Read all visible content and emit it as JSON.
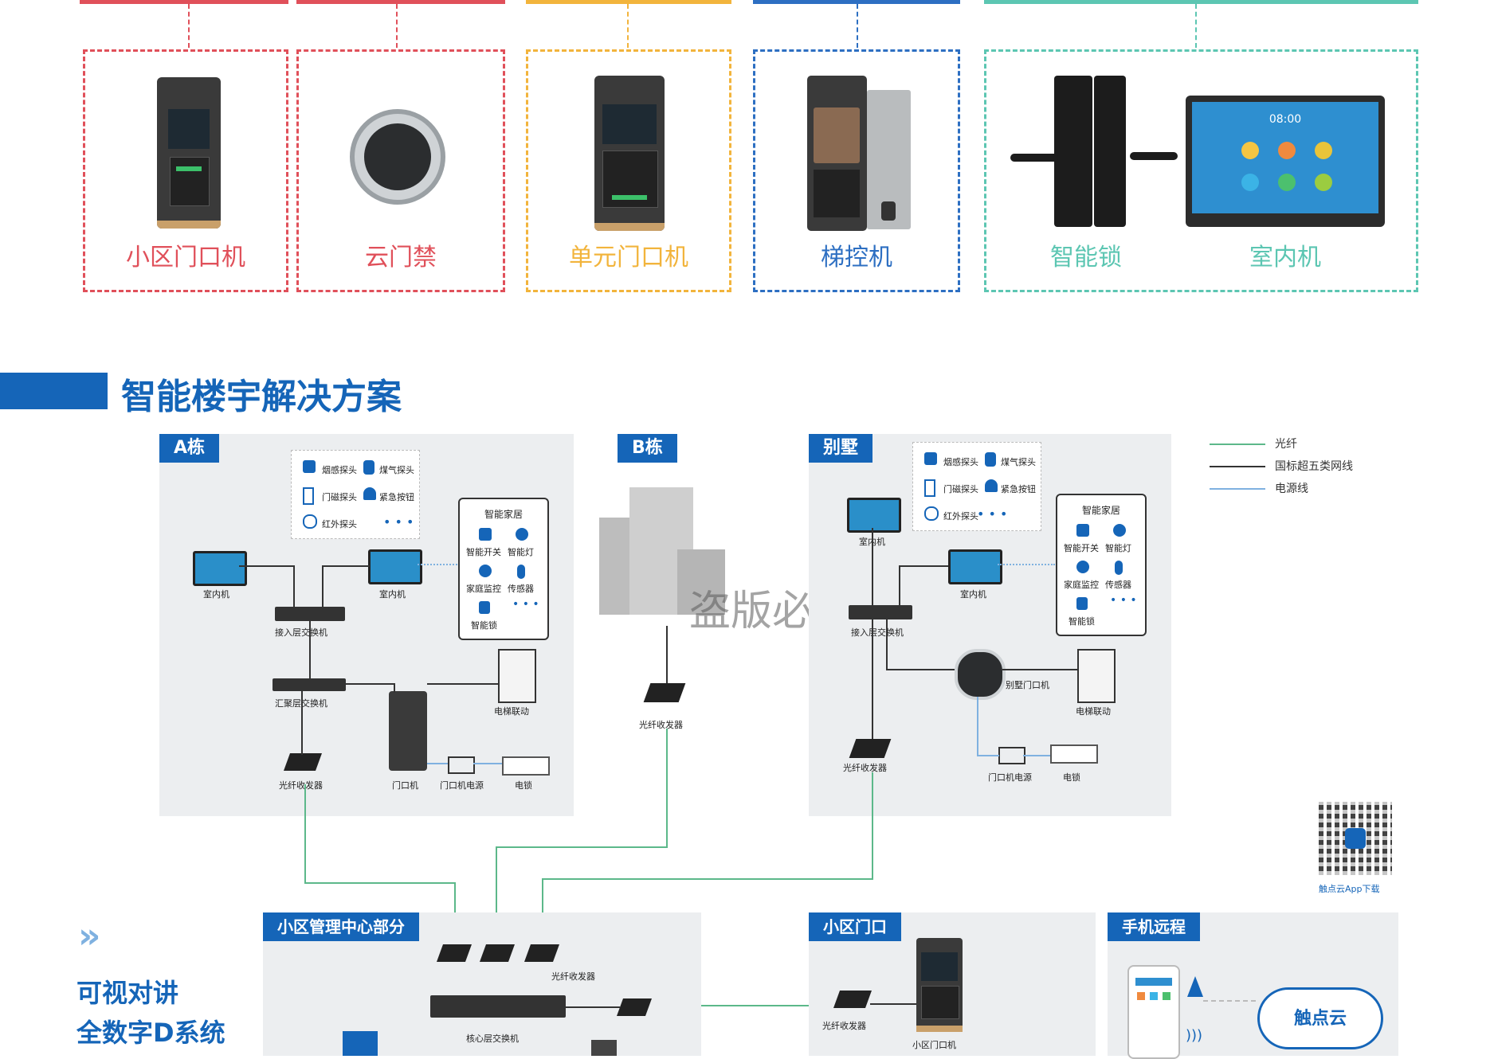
{
  "products": [
    {
      "label": "小区门口机",
      "color": "#e0505a"
    },
    {
      "label": "云门禁",
      "color": "#e0505a"
    },
    {
      "label": "单元门口机",
      "color": "#f2b43c"
    },
    {
      "label": "梯控机",
      "color": "#2d6fc2"
    },
    {
      "label": "智能锁",
      "color": "#5cc6b2"
    },
    {
      "label": "室内机",
      "color": "#5cc6b2"
    }
  ],
  "indoor_screen_time": "08:00",
  "section_title": "智能楼宇解决方案",
  "legend": [
    {
      "label": "光纤",
      "color": "#5cb88a"
    },
    {
      "label": "国标超五类网线",
      "color": "#333333"
    },
    {
      "label": "电源线",
      "color": "#7fb1e0"
    }
  ],
  "building_a": {
    "tag": "A栋",
    "sensors": [
      "烟感探头",
      "煤气探头",
      "门磁探头",
      "紧急按钮",
      "红外探头"
    ],
    "smart_home_title": "智能家居",
    "smart_home": [
      "智能开关",
      "智能灯",
      "家庭监控",
      "传感器",
      "智能锁"
    ],
    "indoor1": "室内机",
    "indoor2": "室内机",
    "access_switch": "接入层交换机",
    "agg_switch": "汇聚层交换机",
    "elevator": "电梯联动",
    "fiber_tx": "光纤收发器",
    "door_unit": "门口机",
    "door_power": "门口机电源",
    "lock": "电锁"
  },
  "building_b": {
    "tag": "B栋",
    "fiber_tx": "光纤收发器",
    "watermark": "盗版必究"
  },
  "villa": {
    "tag": "别墅",
    "sensors": [
      "烟感探头",
      "煤气探头",
      "门磁探头",
      "紧急按钮",
      "红外探头"
    ],
    "smart_home_title": "智能家居",
    "smart_home": [
      "智能开关",
      "智能灯",
      "家庭监控",
      "传感器",
      "智能锁"
    ],
    "indoor1": "室内机",
    "indoor2": "室内机",
    "access_switch": "接入层交换机",
    "villa_door": "别墅门口机",
    "elevator": "电梯联动",
    "fiber_tx": "光纤收发器",
    "door_power": "门口机电源",
    "lock": "电锁"
  },
  "qr_caption": "触点云App下载",
  "bottom_title_1": "可视对讲",
  "bottom_title_2": "全数字D系统",
  "management": {
    "tag": "小区管理中心部分",
    "fiber_tx": "光纤收发器",
    "core_switch": "核心层交换机"
  },
  "gate": {
    "tag": "小区门口",
    "fiber_tx": "光纤收发器",
    "door_unit": "小区门口机"
  },
  "remote": {
    "tag": "手机远程",
    "cloud": "触点云"
  }
}
